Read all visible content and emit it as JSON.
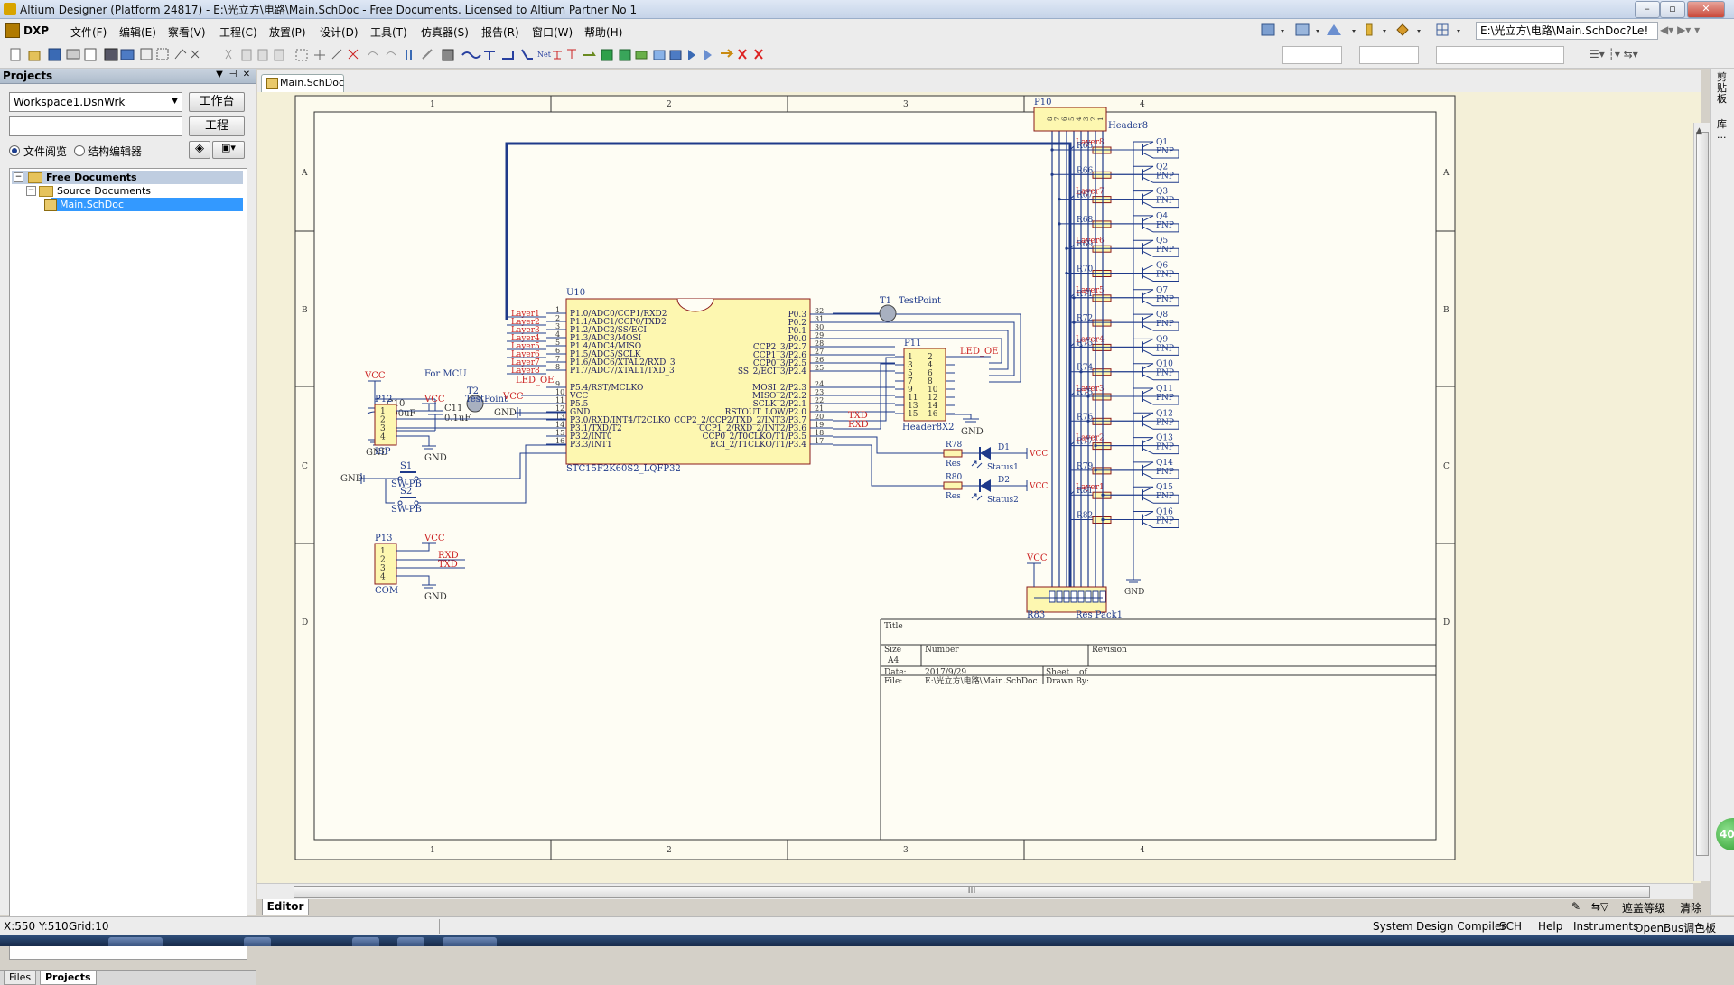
{
  "window": {
    "title": "Altium Designer (Platform 24817) - E:\\光立方\\电路\\Main.SchDoc - Free Documents. Licensed to Altium Partner No 1"
  },
  "menu": {
    "dxp": "DXP",
    "items": [
      "文件(F)",
      "编辑(E)",
      "察看(V)",
      "工程(C)",
      "放置(P)",
      "设计(D)",
      "工具(T)",
      "仿真器(S)",
      "报告(R)",
      "窗口(W)",
      "帮助(H)"
    ],
    "path": "E:\\光立方\\电路\\Main.SchDoc?Le!"
  },
  "projects_panel": {
    "title": "Projects",
    "workspace": "Workspace1.DsnWrk",
    "workspace_button": "工作台",
    "project_button": "工程",
    "radio_file_view": "文件阅览",
    "radio_struct_editor": "结构编辑器",
    "tree": {
      "root": "Free Documents",
      "folder": "Source Documents",
      "document": "Main.SchDoc"
    },
    "tabs": [
      "Files",
      "Projects"
    ]
  },
  "document": {
    "tab": "Main.SchDoc",
    "editor_tab": "Editor",
    "scroll_marker": "III"
  },
  "schematic": {
    "zone_cols": [
      "1",
      "2",
      "3",
      "4"
    ],
    "zone_rows": [
      "A",
      "B",
      "C",
      "D"
    ],
    "mcu": {
      "designator": "U10",
      "part": "STC15F2K60S2_LQFP32",
      "left_pins": [
        {
          "num": "1",
          "name": "P1.0/ADC0/CCP1/RXD2",
          "net": "Layer1"
        },
        {
          "num": "2",
          "name": "P1.1/ADC1/CCP0/TXD2",
          "net": "Layer2"
        },
        {
          "num": "3",
          "name": "P1.2/ADC2/SS/ECI",
          "net": "Layer3"
        },
        {
          "num": "4",
          "name": "P1.3/ADC3/MOSI",
          "net": "Layer4"
        },
        {
          "num": "5",
          "name": "P1.4/ADC4/MISO",
          "net": "Layer5"
        },
        {
          "num": "6",
          "name": "P1.5/ADC5/SCLK",
          "net": "Layer6"
        },
        {
          "num": "7",
          "name": "P1.6/ADC6/XTAL2/RXD_3",
          "net": "Layer7"
        },
        {
          "num": "8",
          "name": "P1.7/ADC7/XTAL1/TXD_3",
          "net": "Layer8"
        },
        {
          "num": "9",
          "name": "P5.4/RST/MCLKO",
          "net": "LED_OE"
        },
        {
          "num": "10",
          "name": "VCC",
          "net": "VCC"
        },
        {
          "num": "11",
          "name": "P5.5",
          "net": ""
        },
        {
          "num": "12",
          "name": "GND",
          "net": "GND"
        },
        {
          "num": "13",
          "name": "P3.0/RXD/INT4/T2CLKO",
          "net": ""
        },
        {
          "num": "14",
          "name": "P3.1/TXD/T2",
          "net": ""
        },
        {
          "num": "15",
          "name": "P3.2/INT0",
          "net": ""
        },
        {
          "num": "16",
          "name": "P3.3/INT1",
          "net": ""
        }
      ],
      "right_pins": [
        {
          "num": "32",
          "name": "P0.3"
        },
        {
          "num": "31",
          "name": "P0.2"
        },
        {
          "num": "30",
          "name": "P0.1"
        },
        {
          "num": "29",
          "name": "P0.0"
        },
        {
          "num": "28",
          "name": "CCP2_3/P2.7"
        },
        {
          "num": "27",
          "name": "CCP1_3/P2.6"
        },
        {
          "num": "26",
          "name": "CCP0_3/P2.5"
        },
        {
          "num": "25",
          "name": "SS_2/ECI_3/P2.4"
        },
        {
          "num": "24",
          "name": "MOSI_2/P2.3"
        },
        {
          "num": "23",
          "name": "MISO_2/P2.2"
        },
        {
          "num": "22",
          "name": "SCLK_2/P2.1"
        },
        {
          "num": "21",
          "name": "RSTOUT_LOW/P2.0"
        },
        {
          "num": "20",
          "name": "CCP2_2/CCP2/TXD_2/INT3/P3.7"
        },
        {
          "num": "19",
          "name": "CCP1_2/RXD_2/INT2/P3.6"
        },
        {
          "num": "18",
          "name": "CCP0_2/T0CLKO/T1/P3.5"
        },
        {
          "num": "17",
          "name": "ECI_2/T1CLKO/T1/P3.4"
        }
      ]
    },
    "power_section": {
      "vcc": "VCC",
      "gnd": "GND",
      "note": "For MCU",
      "c10": "C10",
      "c10_val": "100uF",
      "c11": "C11",
      "c11_val": "0.1uF"
    },
    "testpoints": {
      "t1": "T1",
      "t1_lbl": "TestPoint",
      "t2": "T2",
      "t2_lbl": "TestPoint"
    },
    "isp": {
      "designator": "P12",
      "name": "ISP",
      "pins": [
        "1",
        "2",
        "3",
        "4"
      ],
      "vcc": "VCC",
      "gnd": "GND"
    },
    "com": {
      "designator": "P13",
      "name": "COM",
      "pins": [
        "1",
        "2",
        "3",
        "4"
      ],
      "vcc": "VCC",
      "gnd": "GND",
      "rxd": "RXD",
      "txd": "TXD"
    },
    "switches": {
      "s1": "S1",
      "s2": "S2",
      "type": "SW-PB",
      "gnd": "GND"
    },
    "header11": {
      "designator": "P11",
      "name": "Header8X2",
      "led_oe": "LED_OE",
      "gnd": "GND",
      "pins": [
        [
          "1",
          "2"
        ],
        [
          "3",
          "4"
        ],
        [
          "5",
          "6"
        ],
        [
          "7",
          "8"
        ],
        [
          "9",
          "10"
        ],
        [
          "11",
          "12"
        ],
        [
          "13",
          "14"
        ],
        [
          "15",
          "16"
        ]
      ],
      "txd": "TXD",
      "rxd": "RXD"
    },
    "leds": [
      {
        "r": "R78",
        "rv": "Res",
        "d": "D1",
        "dn": "Status1",
        "vcc": "VCC"
      },
      {
        "r": "R80",
        "rv": "Res",
        "d": "D2",
        "dn": "Status2",
        "vcc": "VCC"
      }
    ],
    "layer_nets": [
      "Layer8",
      "Layer7",
      "Layer6",
      "Layer5",
      "Layer4",
      "Layer3",
      "Layer2",
      "Layer1"
    ],
    "resistors": [
      "R65",
      "R66",
      "R67",
      "R68",
      "R69",
      "R70",
      "R71",
      "R72",
      "R73",
      "R74",
      "R75",
      "R76",
      "R77",
      "R79",
      "R81",
      "R82"
    ],
    "transistors": [
      "Q1",
      "Q2",
      "Q3",
      "Q4",
      "Q5",
      "Q6",
      "Q7",
      "Q8",
      "Q9",
      "Q10",
      "Q11",
      "Q12",
      "Q13",
      "Q14",
      "Q15",
      "Q16"
    ],
    "transistor_type": "PNP",
    "transistor_gnd": "GND",
    "p10": {
      "designator": "P10",
      "name": "Header8",
      "pins": [
        "8",
        "7",
        "6",
        "5",
        "4",
        "3",
        "2",
        "1"
      ]
    },
    "r83": {
      "designator": "R83",
      "name": "Res Pack1",
      "vcc": "VCC"
    },
    "title_block": {
      "title": "Title",
      "size": "Size",
      "size_val": "A4",
      "number": "Number",
      "revision": "Revision",
      "date": "Date:",
      "date_val": "2017/9/29",
      "sheet": "Sheet",
      "of": "of",
      "file": "File:",
      "file_val": "E:\\光立方\\电路\\Main.SchDoc",
      "drawn": "Drawn By:"
    }
  },
  "bottom_right": {
    "mask": "遮盖等级",
    "clear": "清除"
  },
  "statusbar": {
    "coords": "X:550 Y:510",
    "grid": "Grid:10",
    "items": [
      "System",
      "Design Compiler",
      "SCH",
      "Help",
      "Instruments",
      "OpenBus调色板"
    ]
  },
  "right_strip": {
    "label1": "剪贴板",
    "label2": "库..."
  },
  "badge": "40"
}
